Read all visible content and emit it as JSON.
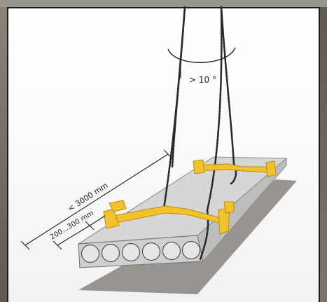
{
  "diagram": {
    "angle_label": "> 10 °",
    "length_label": "< 3000 mm",
    "offset_label": "200...300 mm"
  },
  "colors": {
    "slab_top": "#d6d6d6",
    "slab_side": "#bdbdbd",
    "slab_face": "#cfcfcf",
    "shadow": "#8e8a85",
    "clamp": "#f2c22b",
    "clamp_edge": "#b88f10",
    "chain": "#2a2a2a",
    "ink": "#1e1e1e"
  }
}
